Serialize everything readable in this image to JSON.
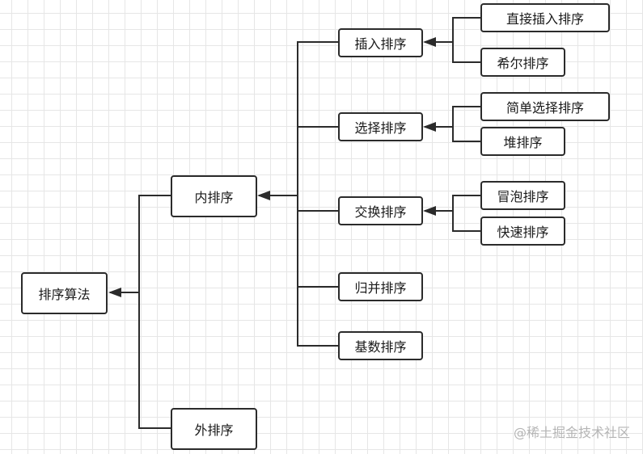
{
  "diagram": {
    "root": "排序算法",
    "internal": {
      "label": "内排序",
      "insertion": {
        "label": "插入排序",
        "children": [
          "直接插入排序",
          "希尔排序"
        ]
      },
      "selection": {
        "label": "选择排序",
        "children": [
          "简单选择排序",
          "堆排序"
        ]
      },
      "exchange": {
        "label": "交换排序",
        "children": [
          "冒泡排序",
          "快速排序"
        ]
      },
      "merge": "归并排序",
      "radix": "基数排序"
    },
    "external": "外排序"
  },
  "watermark": "@稀土掘金技术社区"
}
